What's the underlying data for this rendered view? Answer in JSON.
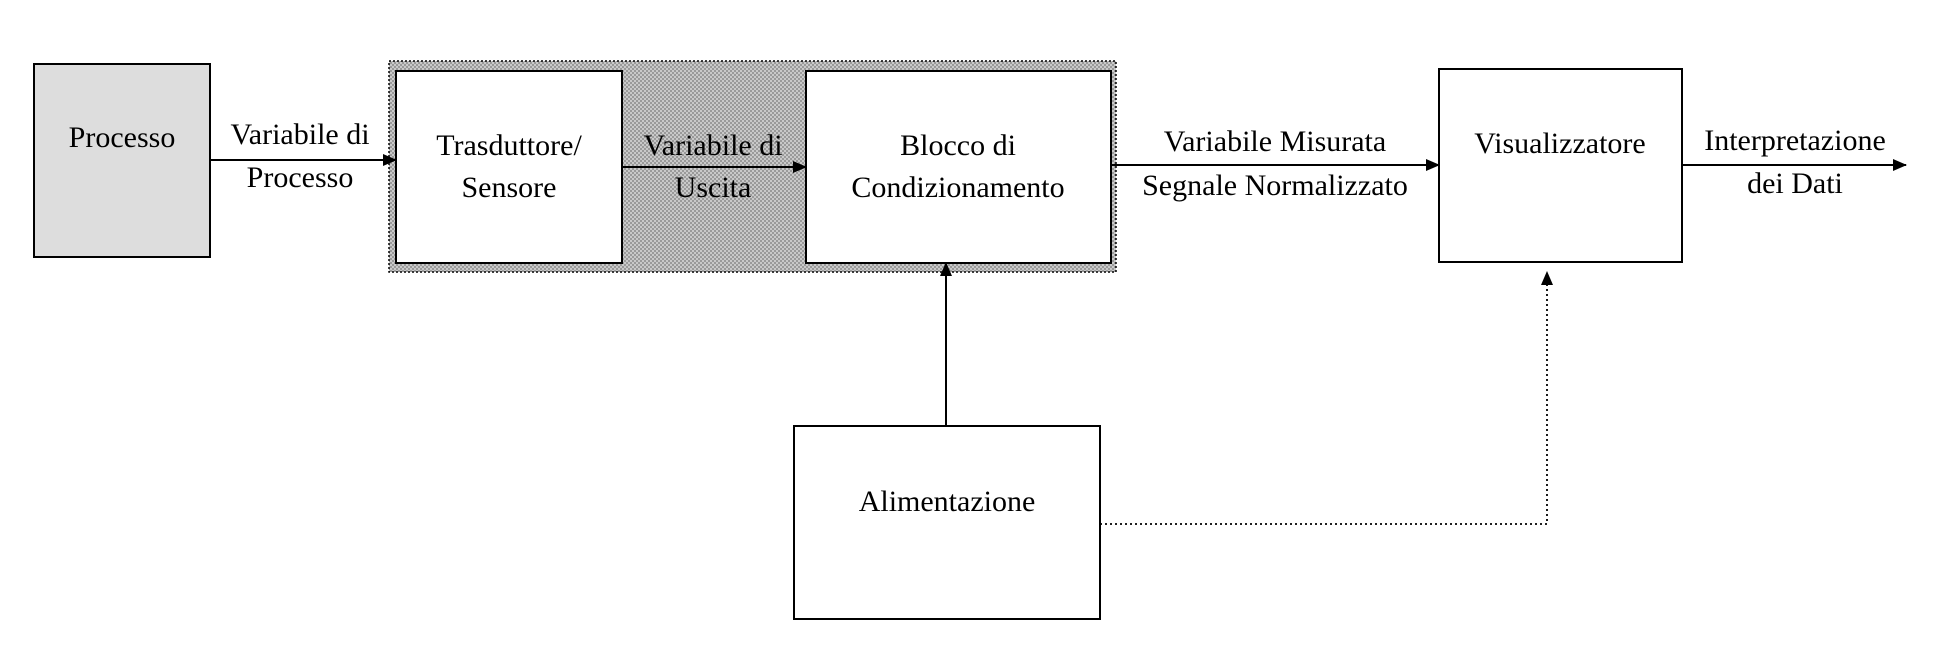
{
  "colors": {
    "process_fill": "#dddddd",
    "group_fill": "#aaaaaa",
    "line": "#000000"
  },
  "blocks": {
    "processo": {
      "line1": "Processo"
    },
    "trasduttore": {
      "line1": "Trasduttore/",
      "line2": "Sensore"
    },
    "condizionamento": {
      "line1": "Blocco di",
      "line2": "Condizionamento"
    },
    "visualizzatore": {
      "line1": "Visualizzatore"
    },
    "alimentazione": {
      "line1": "Alimentazione"
    }
  },
  "connections": {
    "variabile_processo": {
      "line1": "Variabile di",
      "line2": "Processo"
    },
    "variabile_uscita": {
      "line1": "Variabile di",
      "line2": "Uscita"
    },
    "variabile_misurata": {
      "line1": "Variabile Misurata",
      "line2": "Segnale Normalizzato"
    },
    "interpretazione": {
      "line1": "Interpretazione",
      "line2": "dei Dati"
    }
  }
}
